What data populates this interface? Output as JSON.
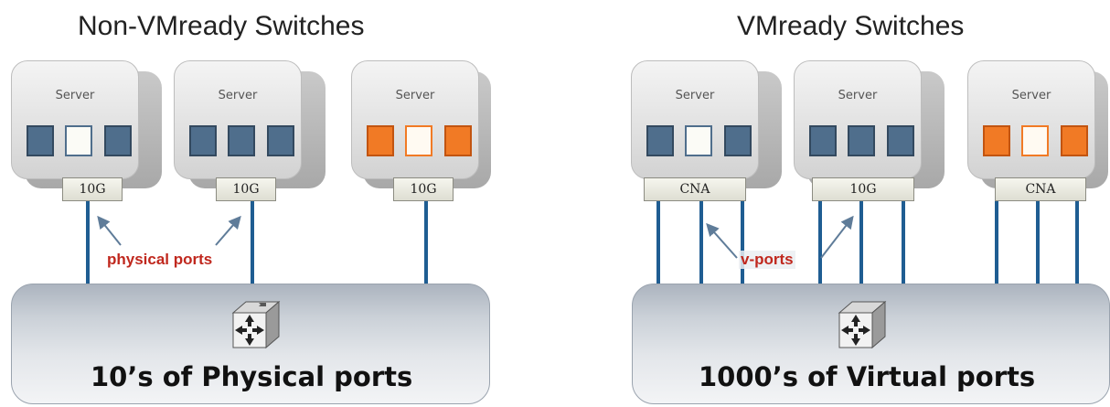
{
  "left_panel": {
    "title": "Non-VMready Switches",
    "servers": [
      {
        "label": "Server",
        "adapter": "10G",
        "vms": [
          "blue",
          "blue-empty",
          "blue"
        ]
      },
      {
        "label": "Server",
        "adapter": "10G",
        "vms": [
          "blue",
          "blue",
          "blue"
        ]
      },
      {
        "label": "Server",
        "adapter": "10G",
        "vms": [
          "orange",
          "orange-empty",
          "orange"
        ]
      }
    ],
    "annotation": "physical ports",
    "switch_caption": "10’s of Physical ports"
  },
  "right_panel": {
    "title": "VMready Switches",
    "servers": [
      {
        "label": "Server",
        "adapter": "CNA",
        "vms": [
          "blue",
          "blue-empty",
          "blue"
        ]
      },
      {
        "label": "Server",
        "adapter": "10G",
        "vms": [
          "blue",
          "blue",
          "blue"
        ]
      },
      {
        "label": "Server",
        "adapter": "CNA",
        "vms": [
          "orange",
          "orange-empty",
          "orange"
        ]
      }
    ],
    "annotation": "v-ports",
    "switch_caption": "1000’s of Virtual ports"
  },
  "colors": {
    "port_line": "#1f5d92",
    "arrow": "#5f7c99",
    "annotation": "#c0281e",
    "vm_blue": "#4f6e8c",
    "vm_orange": "#f17a25"
  },
  "icons": {
    "switch": "network-switch-icon"
  }
}
